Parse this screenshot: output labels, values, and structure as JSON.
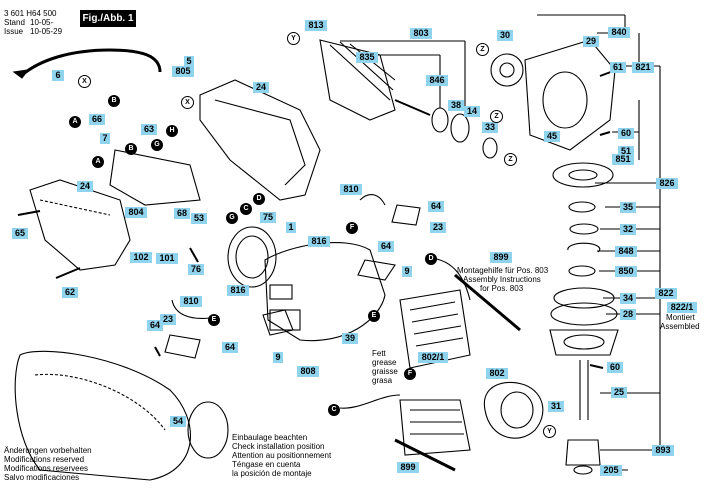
{
  "header": {
    "doc_number": "3 601 H64 500",
    "stand_label": "Stand",
    "stand_value": "10-05-",
    "issue_label": "Issue",
    "issue_value": "10-05-29",
    "figure_label": "Fig./Abb. 1"
  },
  "notes": {
    "changes": [
      "Änderungen vorbehalten",
      "Modifications reserved",
      "Modifications reservees",
      "Salvo modificaciones"
    ],
    "montage": [
      "Montagehilfe für Pos. 803",
      "Assembly Instructions",
      "for Pos. 803"
    ],
    "check": [
      "Einbaulage beachten",
      "Check installation position",
      "Attention au positionnement",
      "Téngase en cuenta",
      "la posición de montaje"
    ],
    "grease": [
      "Fett",
      "grease",
      "graisse",
      "grasa"
    ],
    "assembled": [
      "Montiert",
      "Assembled"
    ]
  },
  "part_tags": [
    "813",
    "803",
    "835",
    "30",
    "840",
    "29",
    "821",
    "61",
    "846",
    "38",
    "14",
    "33",
    "60",
    "51",
    "851",
    "45",
    "826",
    "35",
    "32",
    "848",
    "850",
    "34",
    "822",
    "822/1",
    "28",
    "60",
    "25",
    "893",
    "205",
    "31",
    "802",
    "802/1",
    "899",
    "899",
    "24",
    "6",
    "5",
    "805",
    "66",
    "63",
    "7",
    "24",
    "804",
    "68",
    "53",
    "65",
    "62",
    "102",
    "101",
    "76",
    "75",
    "810",
    "64",
    "23",
    "816",
    "64",
    "9",
    "816",
    "810",
    "23",
    "64",
    "9",
    "808",
    "39",
    "54",
    "64",
    "1"
  ],
  "circle_markers": {
    "dark": [
      "B",
      "A",
      "H",
      "B",
      "G",
      "A",
      "D",
      "C",
      "G",
      "F",
      "D",
      "E",
      "F",
      "C",
      "E"
    ],
    "light": [
      "Y",
      "Z",
      "Z",
      "X",
      "Z",
      "X",
      "Y"
    ]
  },
  "colors": {
    "tag": "#8fd3ec",
    "ink": "#000000",
    "background": "#ffffff"
  }
}
